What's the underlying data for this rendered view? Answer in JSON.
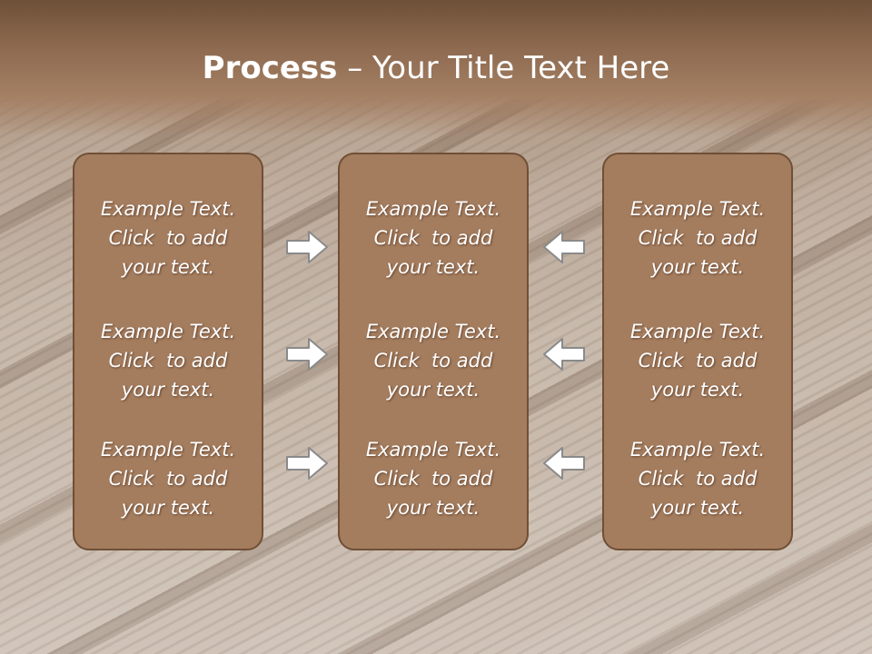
{
  "slide": {
    "title_bold": "Process",
    "title_separator": " – ",
    "title_rest": "Your Title Text Here"
  },
  "columns": [
    {
      "items": [
        {
          "line1": "Example Text.",
          "line2": "Click  to add",
          "line3": "your text."
        },
        {
          "line1": "Example Text.",
          "line2": "Click  to add",
          "line3": "your text."
        },
        {
          "line1": "Example Text.",
          "line2": "Click  to add",
          "line3": "your text."
        }
      ]
    },
    {
      "items": [
        {
          "line1": "Example Text.",
          "line2": "Click  to add",
          "line3": "your text."
        },
        {
          "line1": "Example Text.",
          "line2": "Click  to add",
          "line3": "your text."
        },
        {
          "line1": "Example Text.",
          "line2": "Click  to add",
          "line3": "your text."
        }
      ]
    },
    {
      "items": [
        {
          "line1": "Example Text.",
          "line2": "Click  to add",
          "line3": "your text."
        },
        {
          "line1": "Example Text.",
          "line2": "Click  to add",
          "line3": "your text."
        },
        {
          "line1": "Example Text.",
          "line2": "Click  to add",
          "line3": "your text."
        }
      ]
    }
  ],
  "arrows": {
    "left": [
      "arrow-right-icon",
      "arrow-right-icon",
      "arrow-right-icon"
    ],
    "right": [
      "arrow-left-icon",
      "arrow-left-icon",
      "arrow-left-icon"
    ]
  },
  "colors": {
    "header": "#8d6a50",
    "box_fill": "#a47c5e",
    "box_border": "#6f4f36",
    "text": "#ffffff",
    "arrow_fill": "#ffffff",
    "arrow_stroke": "#8a8a8a"
  }
}
